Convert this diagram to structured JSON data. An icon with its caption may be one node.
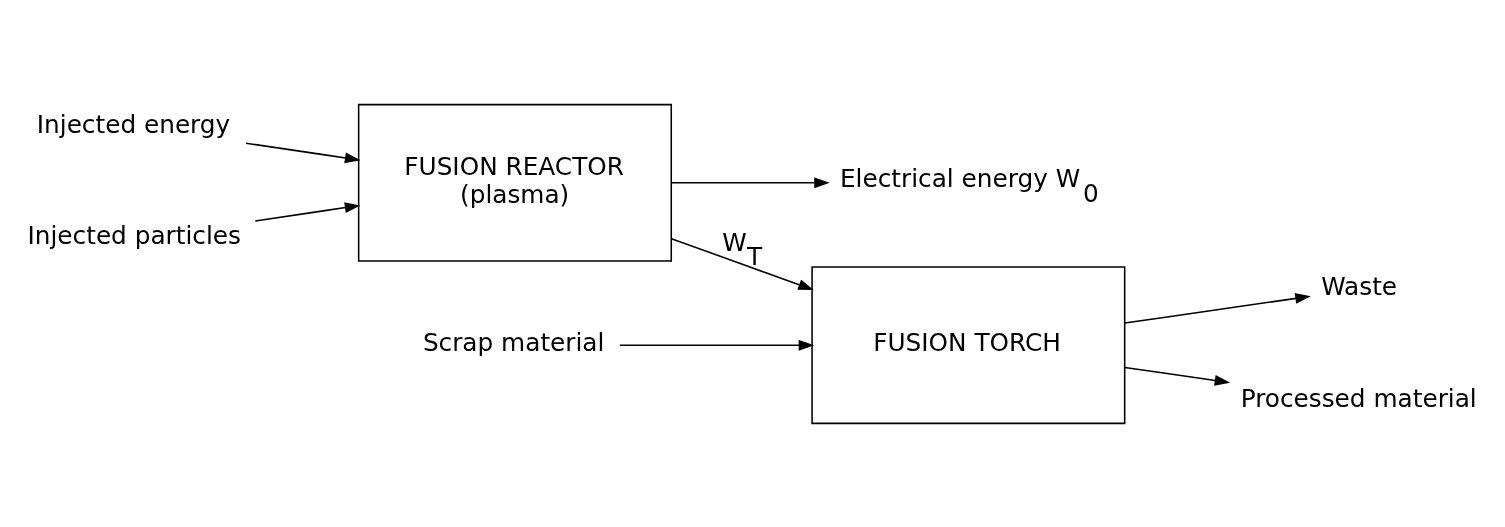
{
  "diagram": {
    "nodes": [
      {
        "text": [
          "Injected energy"
        ]
      },
      {
        "text": [
          "Injected particles"
        ]
      },
      {
        "text": [
          "FUSION REACTOR",
          "(plasma)"
        ]
      },
      {
        "text": [
          "Electrical energy W$_{0}$"
        ]
      },
      {
        "text": [
          "FUSION TORCH"
        ]
      },
      {
        "text": [
          "Scrap material"
        ]
      },
      {
        "text": [
          "Waste"
        ]
      },
      {
        "text": [
          "Processed material"
        ]
      }
    ],
    "edges": [
      {
        "from": 0,
        "to": 2,
        "arrow": "to"
      },
      {
        "from": 1,
        "to": 2,
        "arrow": "to"
      },
      {
        "from": 2,
        "to": 3,
        "arrow": "to"
      },
      {
        "from": 2,
        "to": 4,
        "arrow": "to",
        "label": "W$_{T}$"
      },
      {
        "from": 5,
        "to": 4,
        "arrow": "to"
      },
      {
        "from": 4,
        "to": 6,
        "arrow": "to"
      },
      {
        "from": 4,
        "to": 7,
        "arrow": "to"
      }
    ]
  }
}
